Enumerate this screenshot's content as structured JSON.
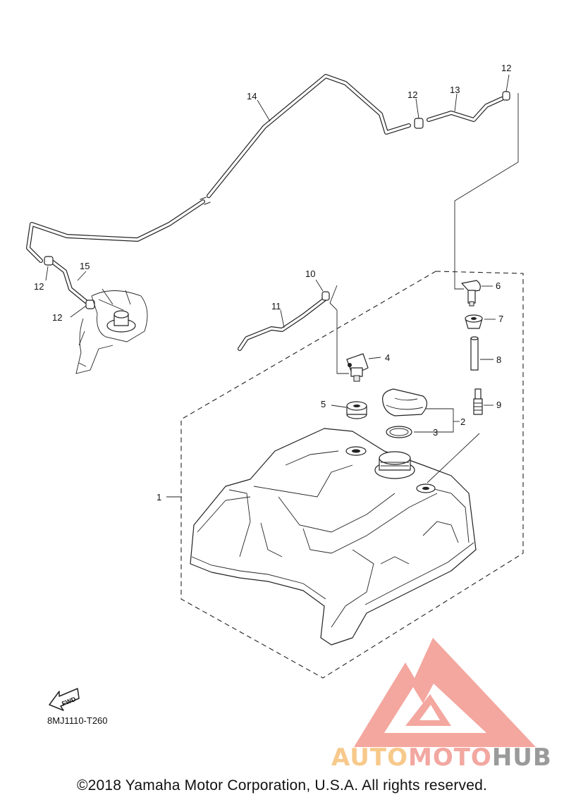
{
  "callouts": {
    "c1": "1",
    "c2": "2",
    "c3": "3",
    "c4": "4",
    "c5": "5",
    "c6": "6",
    "c7": "7",
    "c8": "8",
    "c9": "9",
    "c10": "10",
    "c11": "11",
    "c12a": "12",
    "c12b": "12",
    "c12c": "12",
    "c12d": "12",
    "c13": "13",
    "c14": "14",
    "c15": "15"
  },
  "fwd_label": "FWD",
  "diagram_code": "8MJ1110-T260",
  "copyright": "©2018 Yamaha Motor Corporation, U.S.A. All rights reserved.",
  "watermark": {
    "auto": "AUTO",
    "moto": "MOTO",
    "hub": "HUB"
  },
  "colors": {
    "watermark_red": "#f08a80",
    "watermark_orange": "#f7c98b",
    "watermark_gray": "#9a9a9a",
    "line": "#222222"
  }
}
